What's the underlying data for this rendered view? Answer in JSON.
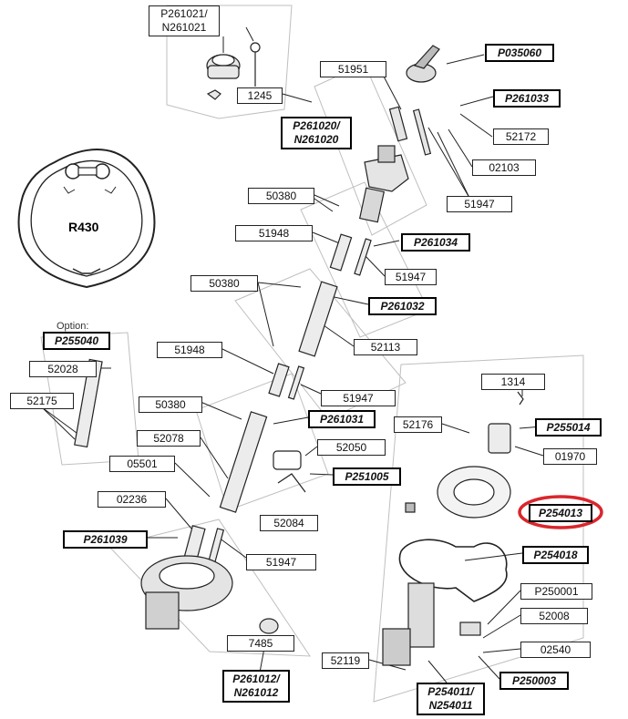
{
  "option_label": "Option:",
  "profile_label": "R430",
  "highlight_color": "#d9262c",
  "highlighted_part": "P254013",
  "parts": {
    "p261021": "P261021/\nN261021",
    "p1245": "1245",
    "p51951": "51951",
    "p035060": "P035060",
    "p261033": "P261033",
    "p261020": "P261020/\nN261020",
    "p52172": "52172",
    "p02103": "02103",
    "p50380a": "50380",
    "p51947a": "51947",
    "p51948a": "51948",
    "p261034": "P261034",
    "p51947b": "51947",
    "p50380b": "50380",
    "p261032": "P261032",
    "p255040": "P255040",
    "p52113": "52113",
    "p52028": "52028",
    "p51948b": "51948",
    "p52175": "52175",
    "p1314": "1314",
    "p51947c": "51947",
    "p50380c": "50380",
    "p261031": "P261031",
    "p52176": "52176",
    "p255014": "P255014",
    "p52078": "52078",
    "p52050": "52050",
    "p01970": "01970",
    "p05501": "05501",
    "p251005": "P251005",
    "p02236": "02236",
    "p254013": "P254013",
    "p52084": "52084",
    "p261039": "P261039",
    "p254018": "P254018",
    "p51947d": "51947",
    "p250001": "P250001",
    "p52008": "52008",
    "p7485": "7485",
    "p02540": "02540",
    "p52119": "52119",
    "p250003": "P250003",
    "p261012": "P261012/\nN261012",
    "p254011": "P254011/\nN254011"
  }
}
